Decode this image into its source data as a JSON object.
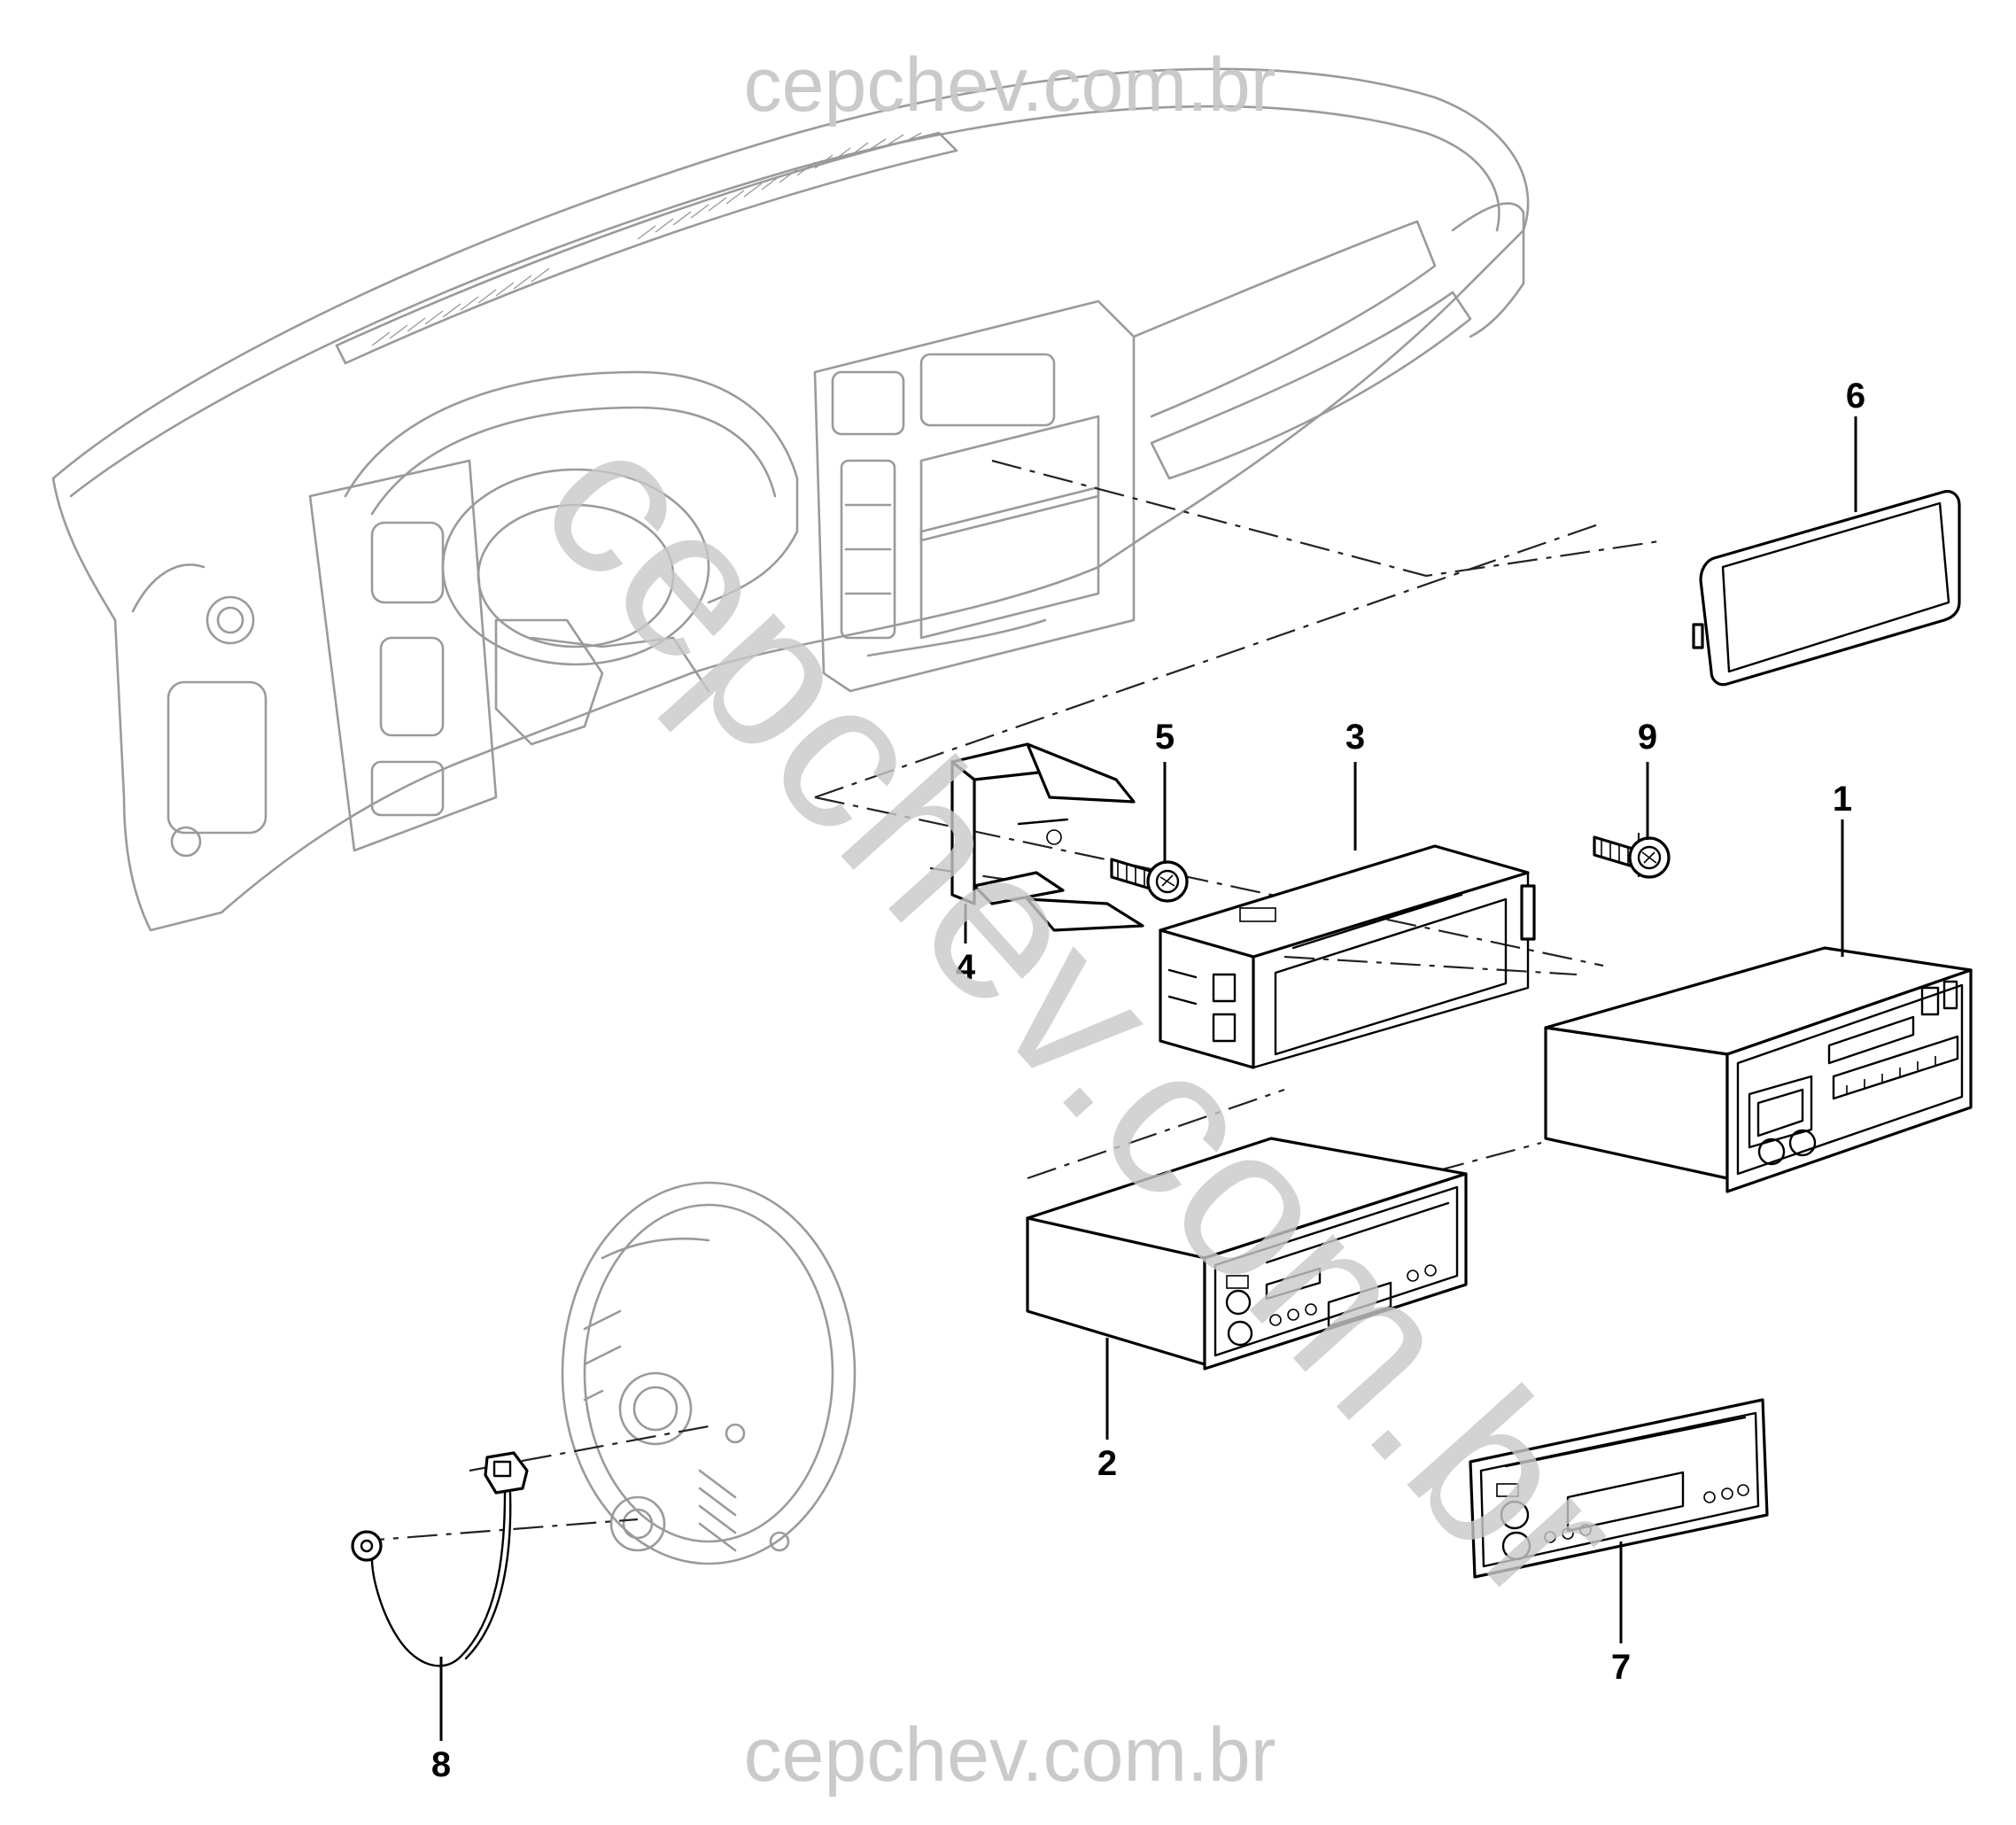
{
  "watermark": {
    "top_text": "cepchev.com.br",
    "bottom_text": "cepchev.com.br",
    "diagonal_text": "cepchev.com.br",
    "color": "#c8c8c8"
  },
  "callouts": [
    {
      "id": "1",
      "label": "1"
    },
    {
      "id": "2",
      "label": "2"
    },
    {
      "id": "3",
      "label": "3"
    },
    {
      "id": "4",
      "label": "4"
    },
    {
      "id": "5",
      "label": "5"
    },
    {
      "id": "6",
      "label": "6"
    },
    {
      "id": "7",
      "label": "7"
    },
    {
      "id": "8",
      "label": "8"
    },
    {
      "id": "9",
      "label": "9"
    }
  ],
  "colors": {
    "line": "#000000",
    "background_drawing": "#9a9a9a",
    "background": "#ffffff"
  }
}
